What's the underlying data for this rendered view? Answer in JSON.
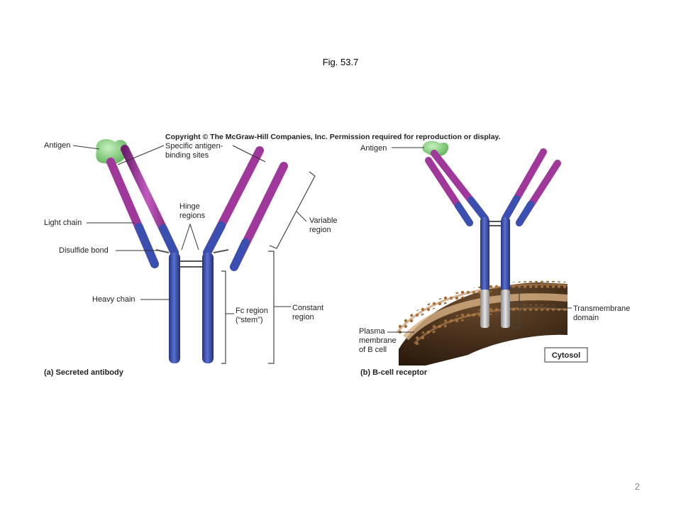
{
  "slide": {
    "title": "Fig. 53.7",
    "page_number": "2"
  },
  "figure": {
    "copyright": "Copyright © The McGraw-Hill Companies, Inc. Permission required for reproduction or display.",
    "panel_a": {
      "caption": "(a) Secreted antibody",
      "antigen": "Antigen",
      "binding_sites_1": "Specific antigen-",
      "binding_sites_2": "binding sites",
      "hinge_1": "Hinge",
      "hinge_2": "regions",
      "light_chain": "Light chain",
      "disulfide": "Disulfide bond",
      "heavy_chain": "Heavy chain",
      "fc_1": "Fc region",
      "fc_2": "(“stem”)",
      "variable_1": "Variable",
      "variable_2": "region",
      "constant_1": "Constant",
      "constant_2": "region"
    },
    "panel_b": {
      "caption": "(b) B-cell receptor",
      "antigen": "Antigen",
      "plasma_1": "Plasma",
      "plasma_2": "membrane",
      "plasma_3": "of B cell",
      "transmembrane_1": "Transmembrane",
      "transmembrane_2": "domain",
      "cytosol": "Cytosol"
    },
    "colors": {
      "heavy_chain": "#3a4fb0",
      "variable": "#a0389c",
      "antigen": "#8fd18a",
      "membrane": "#c8955a",
      "transmembrane": "#c8c8c8"
    }
  }
}
